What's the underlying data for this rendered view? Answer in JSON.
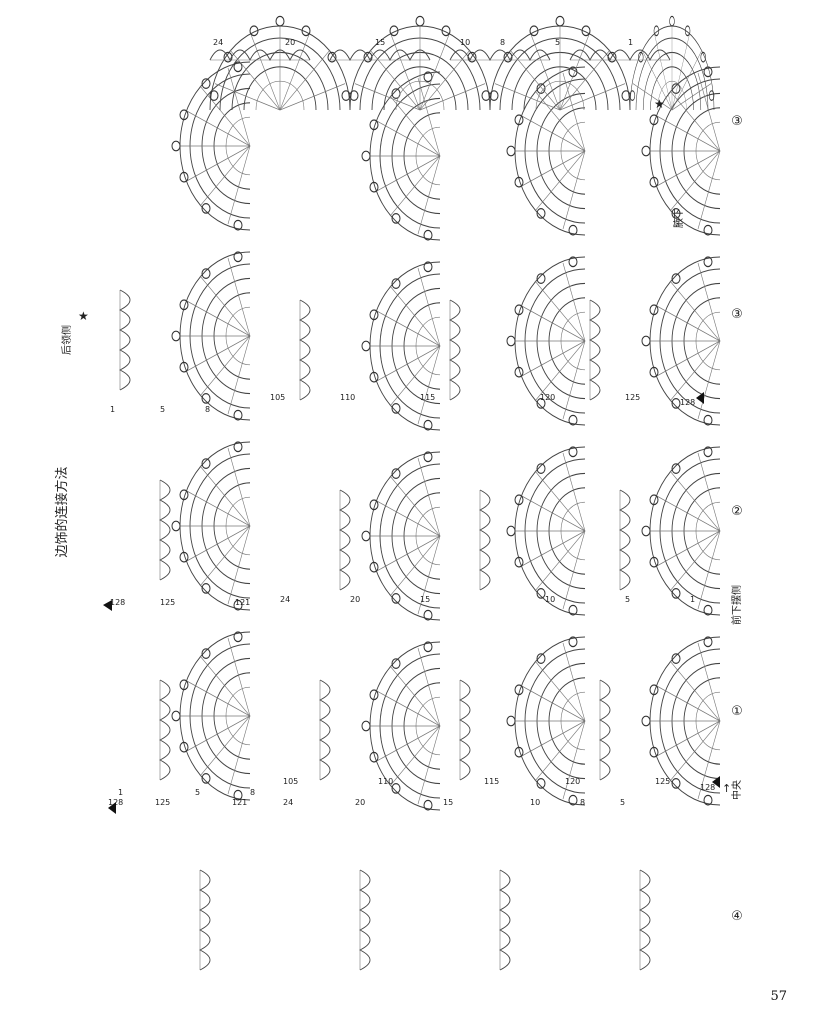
{
  "title": "边饰的连接方法",
  "labels": {
    "back_neck": "后领侧",
    "front_hem": "前下摆侧",
    "center": "中央",
    "underarm": "腋下"
  },
  "motif_numbers": [
    "①",
    "②",
    "③",
    "④",
    "③"
  ],
  "row_numbers": {
    "top_band_1": [
      "1",
      "5",
      "8"
    ],
    "top_band_2": [
      "128",
      "125",
      "121"
    ],
    "top_band_3": [
      "105",
      "110",
      "115",
      "120",
      "125",
      "128"
    ],
    "mid_band": [
      "24",
      "20",
      "15",
      "10",
      "5",
      "1"
    ],
    "lower_band_1": [
      "105",
      "110",
      "115",
      "120",
      "125",
      "128"
    ],
    "lower_band_2": [
      "24",
      "20",
      "15",
      "10",
      "8",
      "5"
    ],
    "top_band_4": [
      "1",
      "5",
      "8"
    ],
    "top_band_5": [
      "128",
      "125",
      "121"
    ],
    "right_band": [
      "24",
      "20",
      "15",
      "10",
      "8",
      "5",
      "1"
    ]
  },
  "page_number": "57",
  "colors": {
    "ink": "#222222",
    "stitch": "#444444",
    "paper": "#ffffff"
  }
}
